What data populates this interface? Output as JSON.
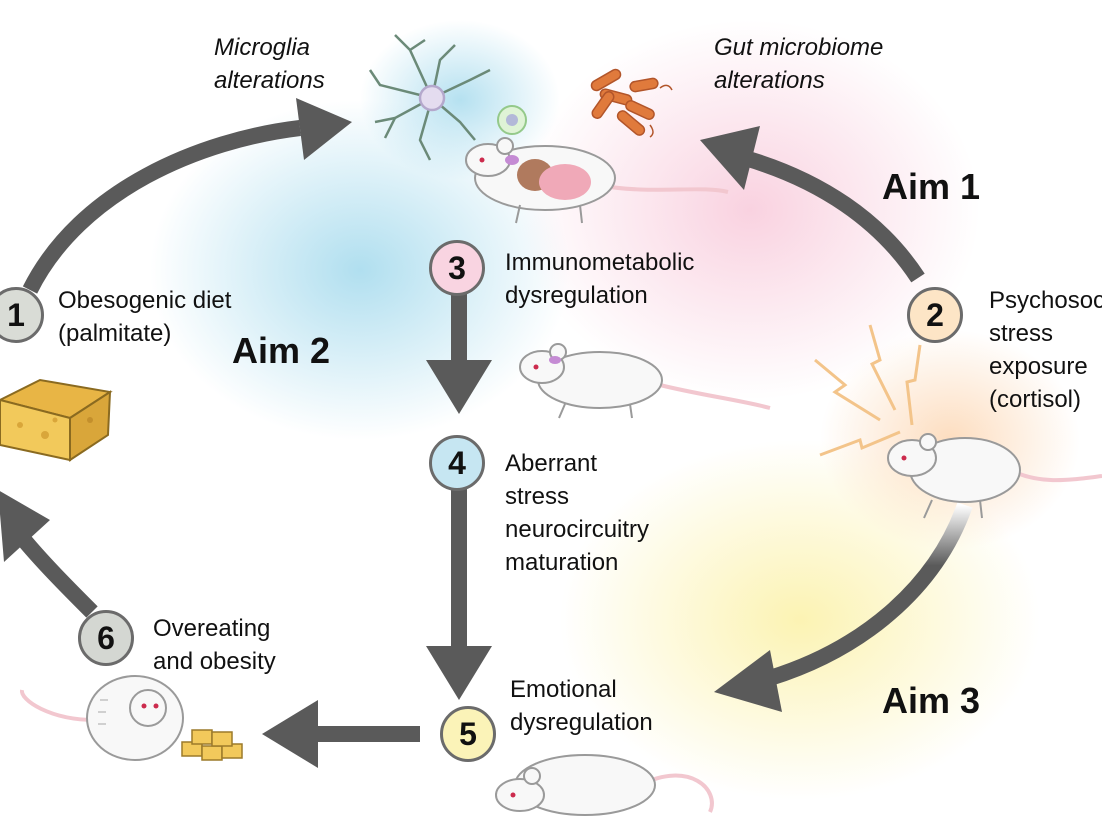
{
  "aims": [
    "Aim 1",
    "Aim 2",
    "Aim 3"
  ],
  "nodes": [
    {
      "num": "1",
      "label": "Obesogenic diet\n(palmitate)",
      "color": "#d9dcd6"
    },
    {
      "num": "2",
      "label": "Psychosocial\nstress\nexposure\n(cortisol)",
      "color": "#fde5c6"
    },
    {
      "num": "3",
      "label": "Immunometabolic\ndysregulation",
      "color": "#f9d4e1"
    },
    {
      "num": "4",
      "label": "Aberrant\nstress\nneurocircuitry\nmaturation",
      "color": "#c6e6f2"
    },
    {
      "num": "5",
      "label": "Emotional\ndysregulation",
      "color": "#fbf3b8"
    },
    {
      "num": "6",
      "label": "Overeating\nand obesity",
      "color": "#d4d7d2"
    }
  ],
  "annotations": {
    "microglia": "Microglia\nalterations",
    "gut": "Gut microbiome\nalterations"
  },
  "colors": {
    "arrow": "#5a5a5a",
    "aim1_glow": "#f7c9d9",
    "aim2_glow": "#a6dcec",
    "aim3_glow": "#fbf1a6",
    "stress_glow": "#fcd8b4",
    "mouse_body": "#f8f8f8",
    "mouse_tail": "#f2c7cf",
    "cheese": "#f2c95b"
  },
  "icons": [
    "neuron-icon",
    "bacteria-icon",
    "mouse-organs-icon",
    "mouse-icon",
    "obese-mouse-icon",
    "lightning-icon",
    "cheese-icon"
  ]
}
